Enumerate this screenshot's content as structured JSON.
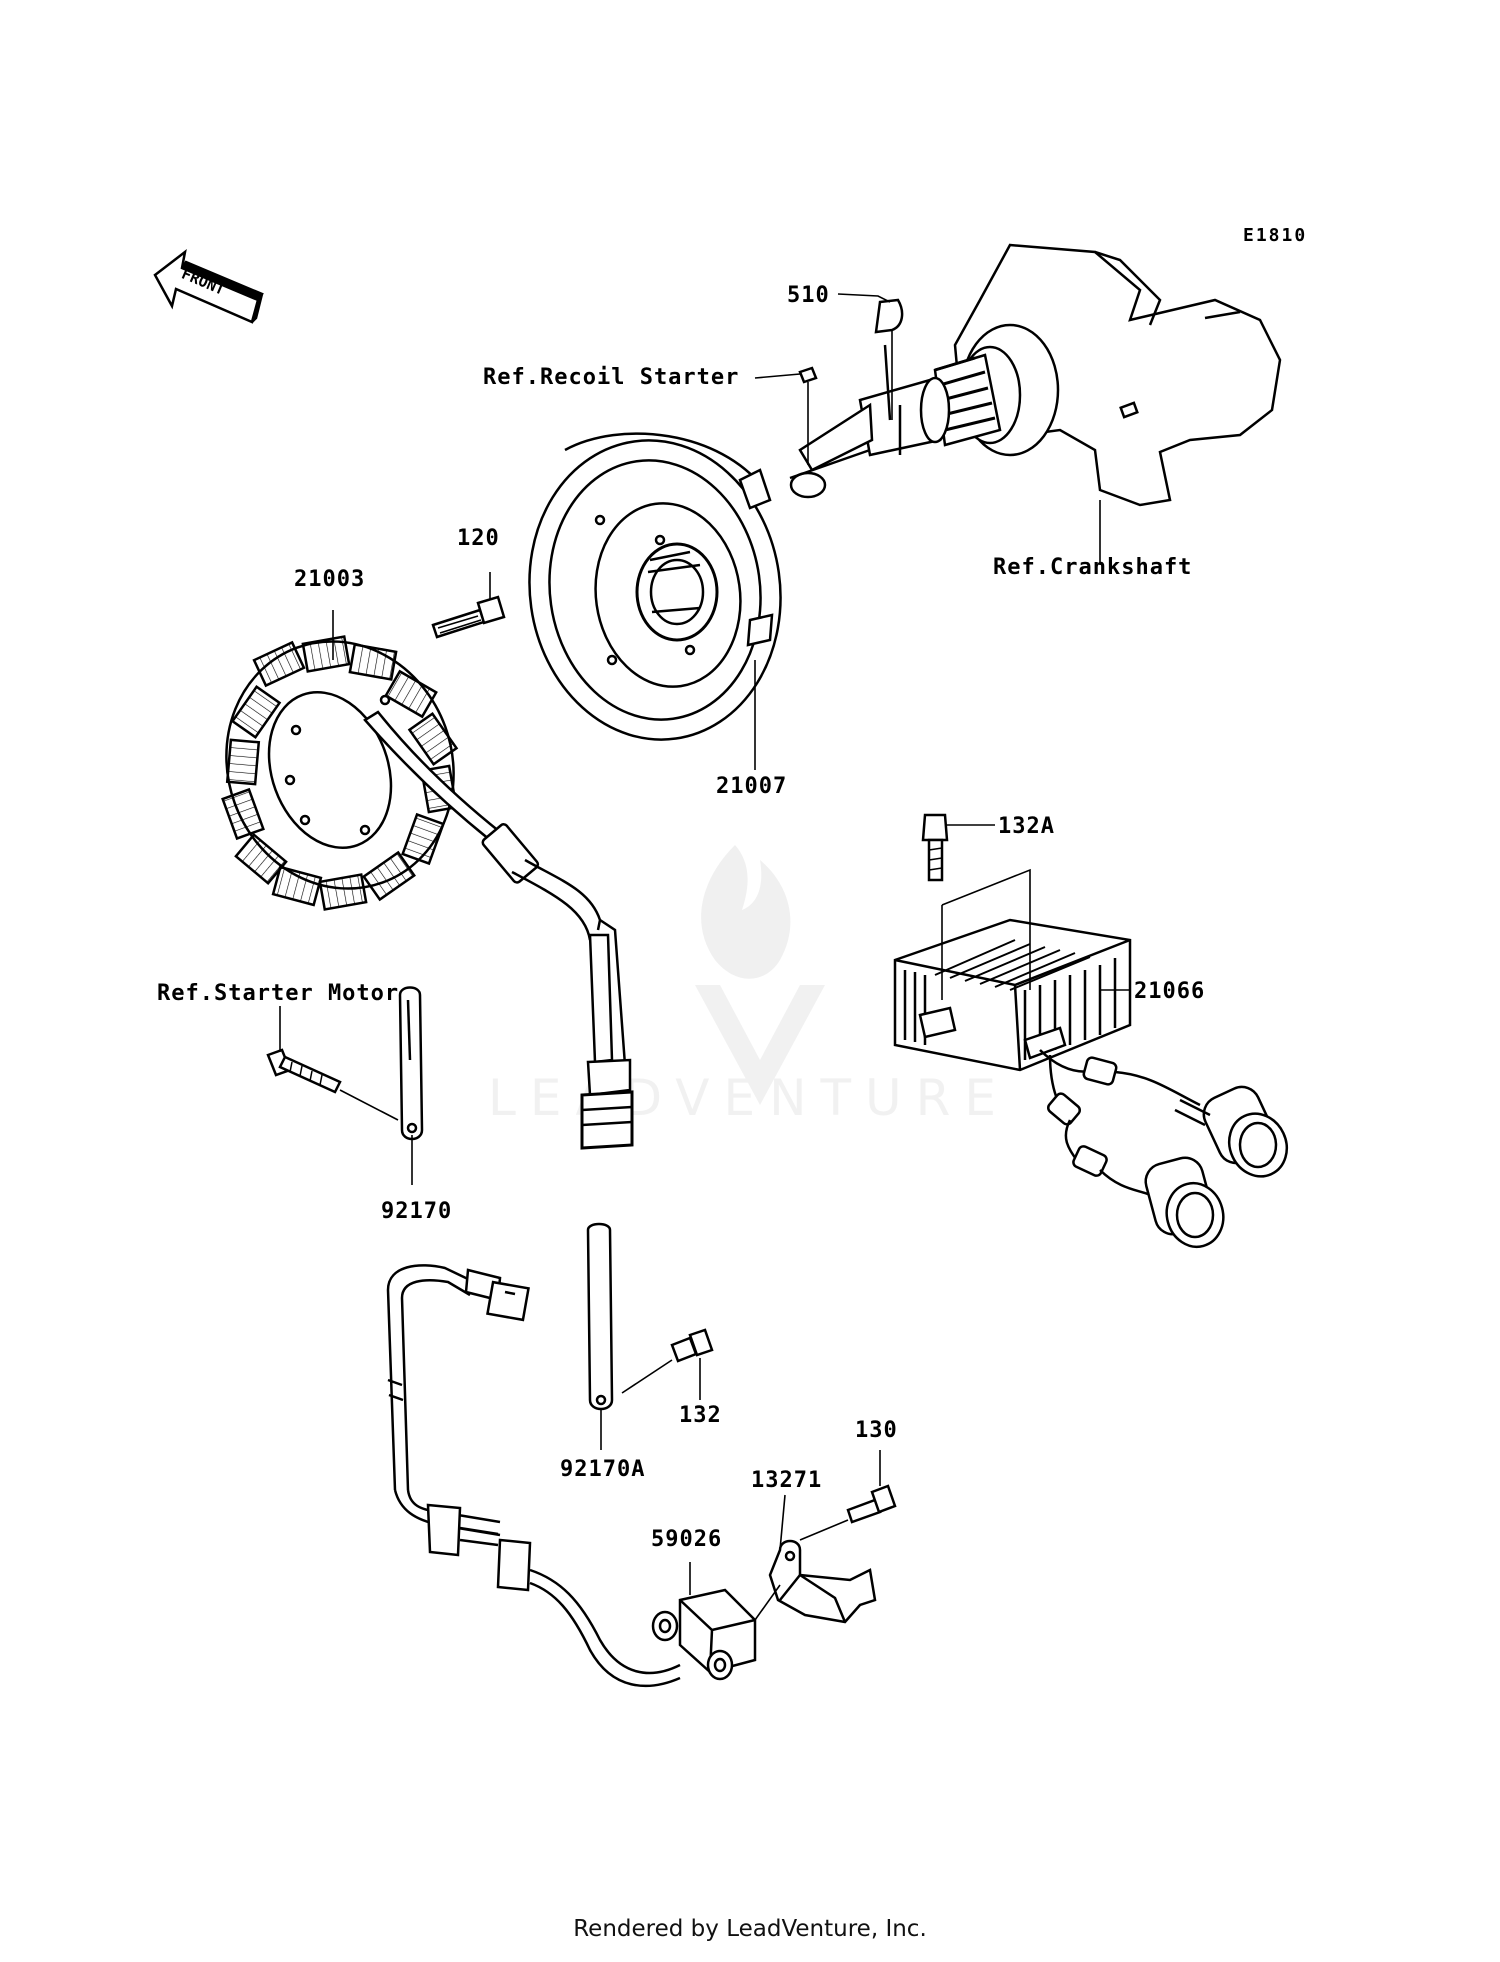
{
  "diagram_code": "E1810",
  "front_arrow": "FRONT",
  "watermark": "LEADVENTURE",
  "footer": "Rendered by LeadVenture, Inc.",
  "callouts": {
    "p510": "510",
    "ref_recoil_starter": "Ref.Recoil Starter",
    "ref_crankshaft": "Ref.Crankshaft",
    "p120": "120",
    "p21003": "21003",
    "p21007": "21007",
    "p132A": "132A",
    "p21066": "21066",
    "ref_starter_motor": "Ref.Starter Motor",
    "p92170": "92170",
    "p132": "132",
    "p92170A": "92170A",
    "p130": "130",
    "p13271": "13271",
    "p59026": "59026"
  }
}
